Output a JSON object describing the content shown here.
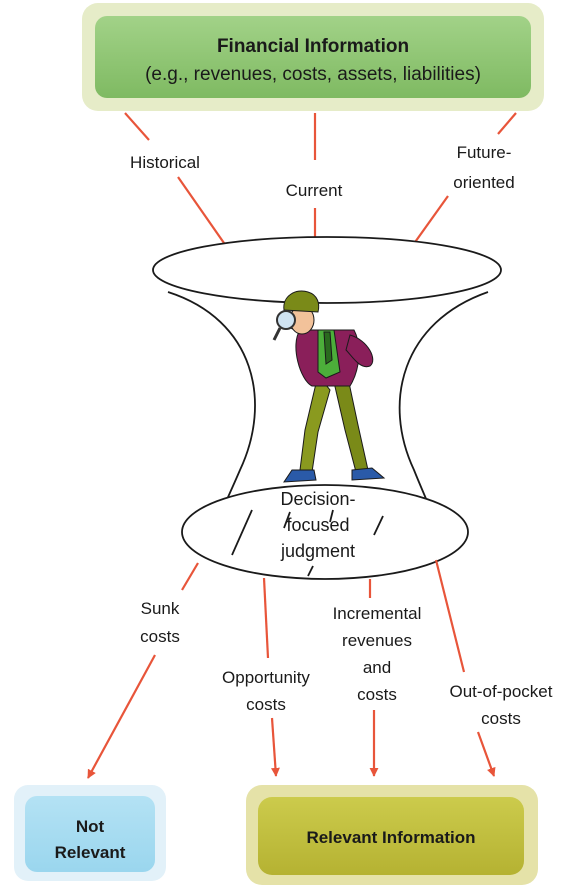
{
  "top_box": {
    "title": "Financial Information",
    "subtitle": "(e.g., revenues, costs, assets, liabilities)"
  },
  "inputs": {
    "historical": "Historical",
    "current": "Current",
    "future_line1": "Future-",
    "future_line2": "oriented"
  },
  "funnel": {
    "label_line1": "Decision-",
    "label_line2": "focused",
    "label_line3": "judgment"
  },
  "outputs": {
    "sunk_line1": "Sunk",
    "sunk_line2": "costs",
    "opportunity_line1": "Opportunity",
    "opportunity_line2": "costs",
    "incremental_line1": "Incremental",
    "incremental_line2": "revenues",
    "incremental_line3": "and",
    "incremental_line4": "costs",
    "oop_line1": "Out-of-pocket",
    "oop_line2": "costs"
  },
  "bottom_left_box": {
    "line1": "Not",
    "line2": "Relevant"
  },
  "bottom_right_box": {
    "label": "Relevant Information"
  },
  "colors": {
    "arrow": "#e8553a",
    "green_outer": "#e6ecc8",
    "green_inner": "#8cc472",
    "blue_outer": "#e2f1f9",
    "blue_inner": "#a7dcf1",
    "olive_outer": "#e5e2a8",
    "olive_inner": "#c0bd3c"
  },
  "icons": {
    "detective": "detective-with-magnifying-glass-icon"
  }
}
